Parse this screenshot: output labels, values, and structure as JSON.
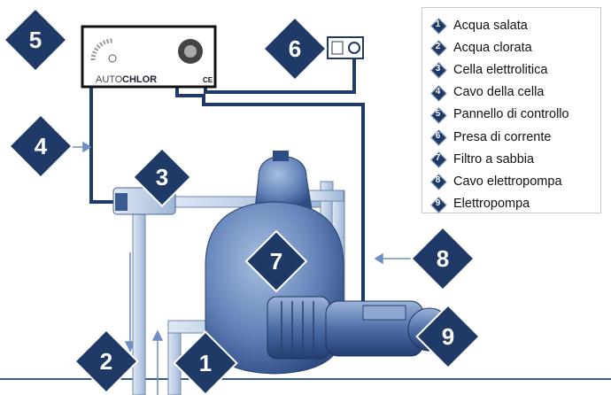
{
  "colors": {
    "marker": "#1f3a66",
    "pipe": "#b8cbe3",
    "equipment": "#5f7fb5",
    "cable": "#1f3a66"
  },
  "panel": {
    "brand_left": "AUTO",
    "brand_right": "CHLOR",
    "ce_mark": "CE"
  },
  "markers": [
    {
      "number": "1"
    },
    {
      "number": "2"
    },
    {
      "number": "3"
    },
    {
      "number": "4"
    },
    {
      "number": "5"
    },
    {
      "number": "6"
    },
    {
      "number": "7"
    },
    {
      "number": "8"
    },
    {
      "number": "9"
    }
  ],
  "legend": [
    {
      "number": "1",
      "label": "Acqua salata"
    },
    {
      "number": "2",
      "label": "Acqua clorata"
    },
    {
      "number": "3",
      "label": "Cella elettrolitica"
    },
    {
      "number": "4",
      "label": "Cavo della cella"
    },
    {
      "number": "5",
      "label": "Pannello di controllo"
    },
    {
      "number": "6",
      "label": "Presa di corrente"
    },
    {
      "number": "7",
      "label": "Filtro a sabbia"
    },
    {
      "number": "8",
      "label": "Cavo elettropompa"
    },
    {
      "number": "9",
      "label": "Elettropompa"
    }
  ]
}
